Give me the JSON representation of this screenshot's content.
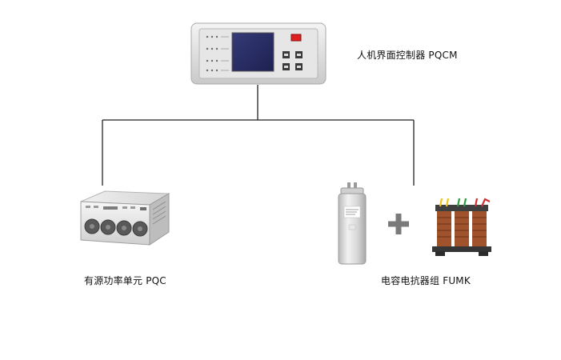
{
  "diagram": {
    "controller_label": "人机界面控制器 PQCM",
    "active_unit_label": "有源功率单元 PQC",
    "capacitor_reactor_label": "电容电抗器组 FUMK",
    "plus_symbol": "+"
  },
  "icons": {
    "controller": "hmi-controller-icon",
    "active_unit": "rack-power-unit-icon",
    "capacitor": "cylindrical-capacitor-icon",
    "reactor": "three-phase-reactor-icon"
  },
  "colors": {
    "connector_line": "#222222",
    "controller_screen": "#2a2f66",
    "controller_button_red": "#e02020",
    "plus_sign": "#7a7a7a"
  }
}
